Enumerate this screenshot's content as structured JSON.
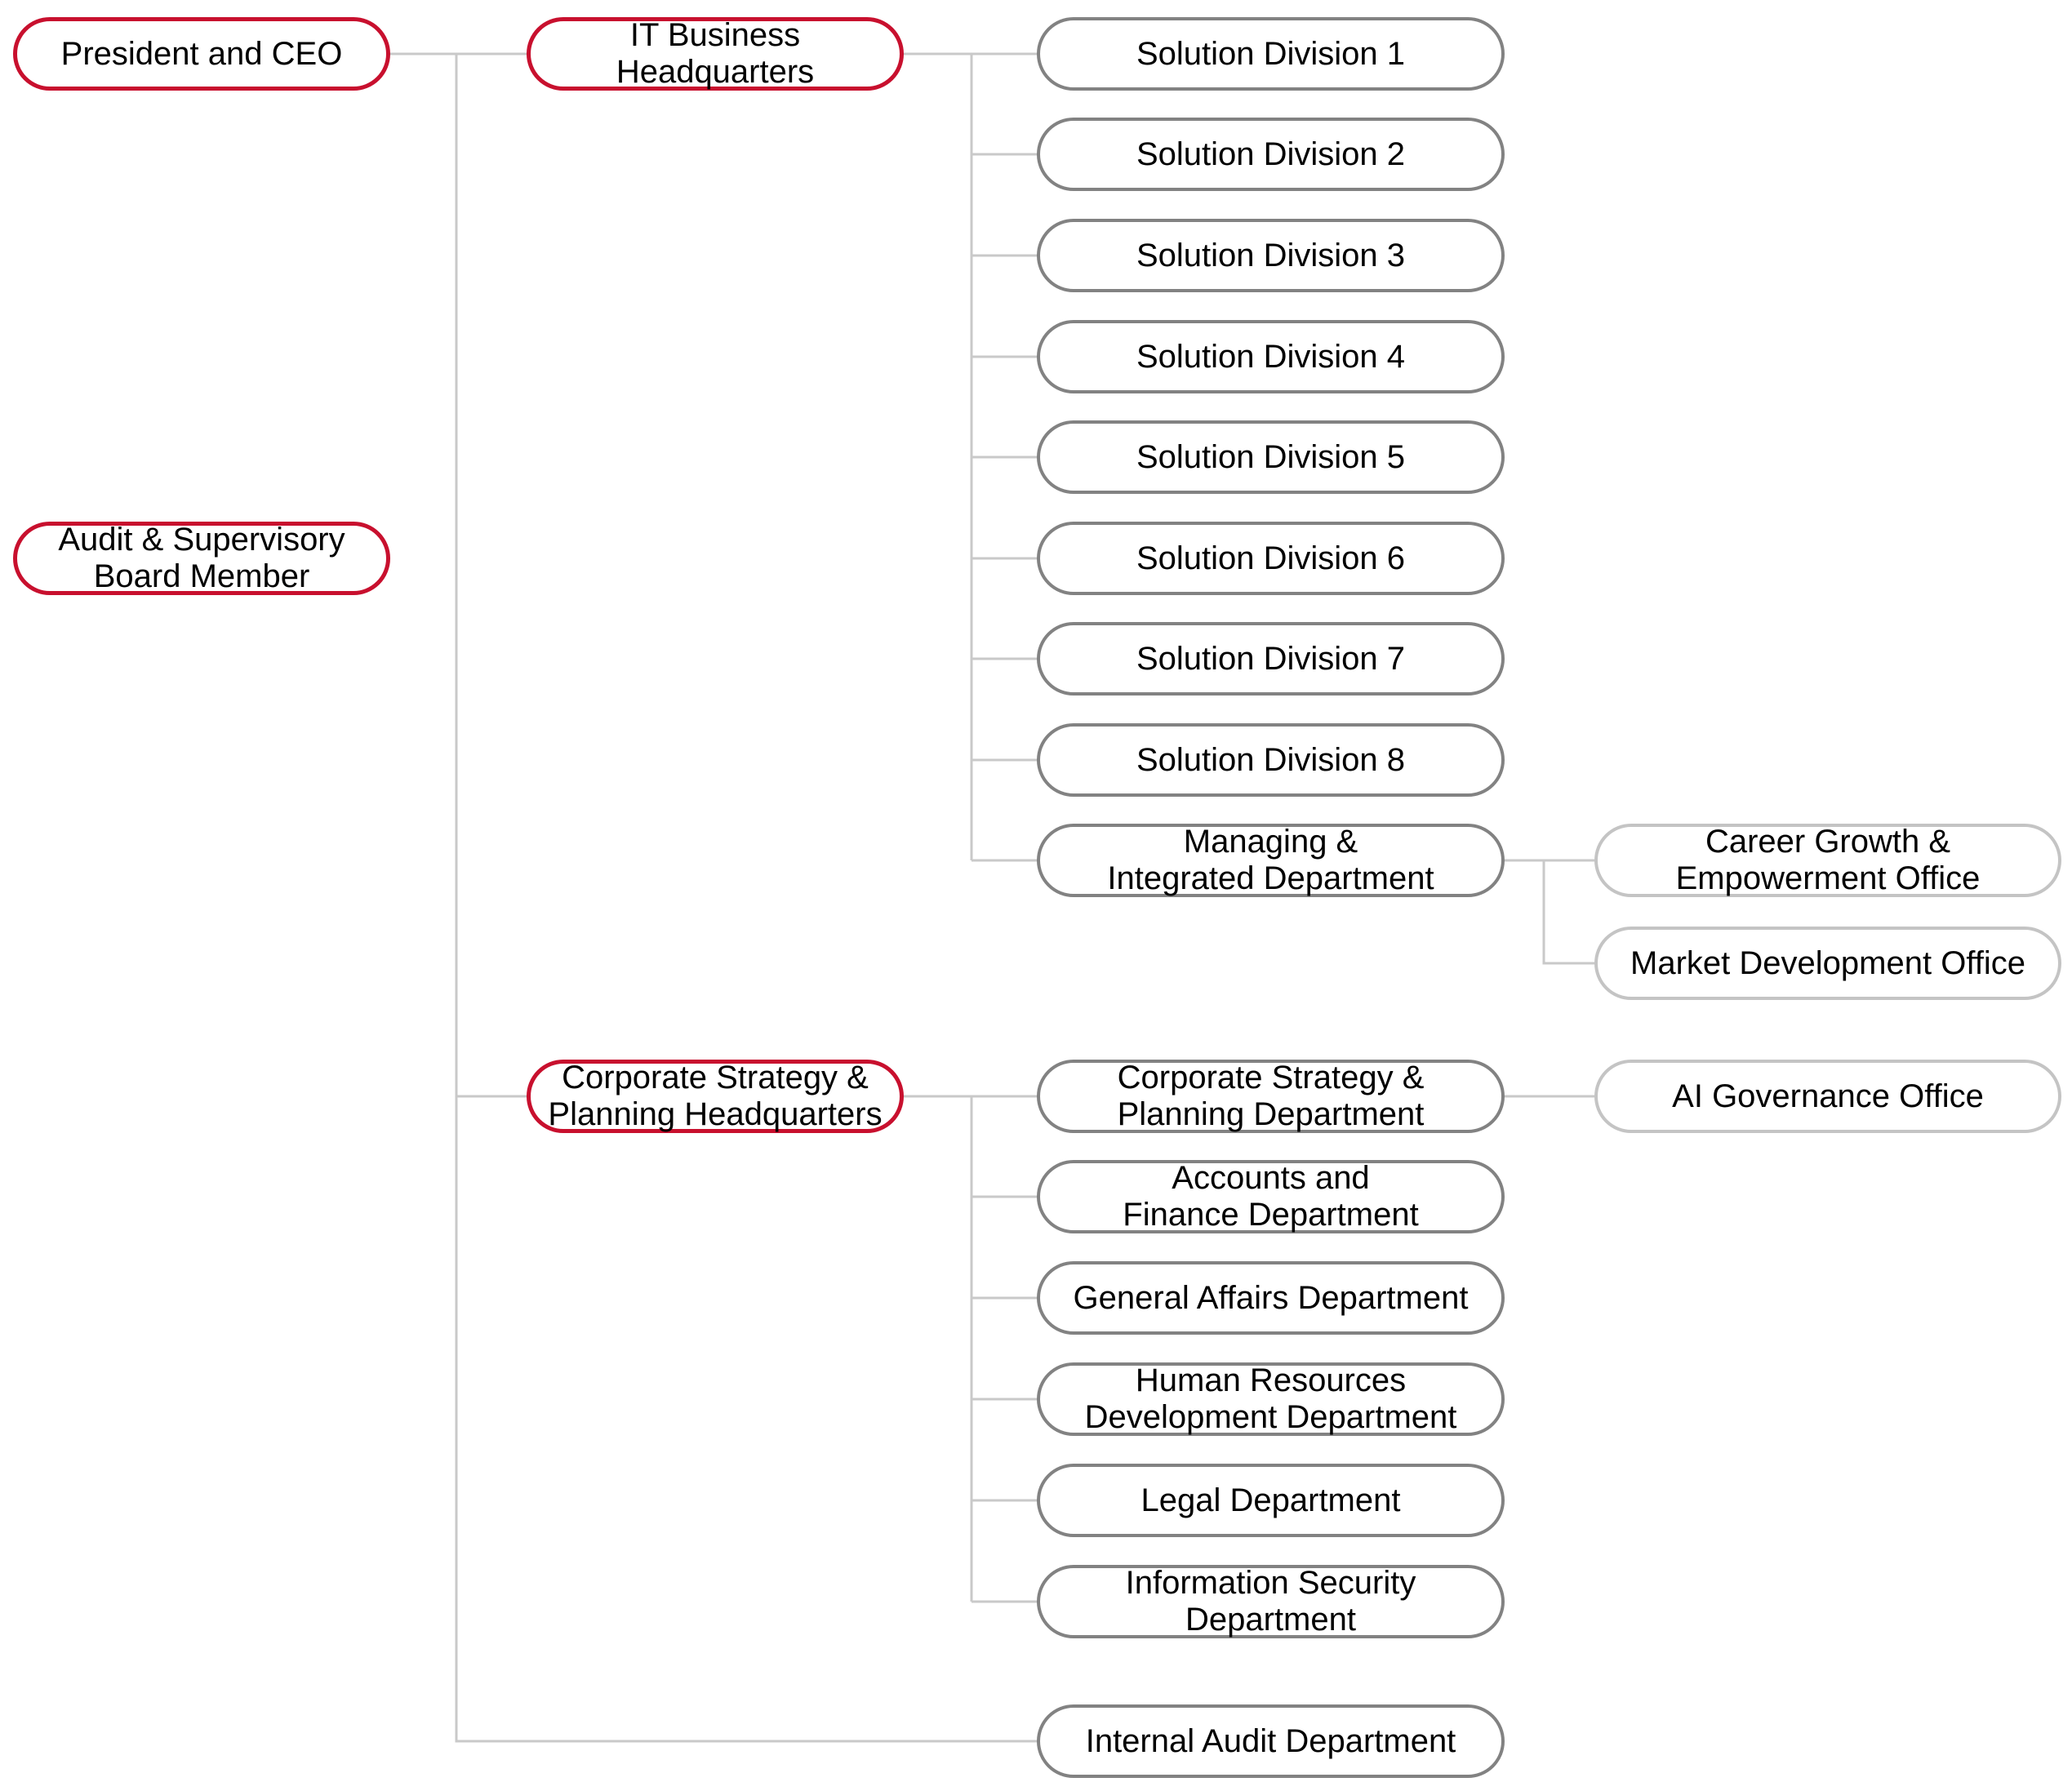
{
  "diagram": {
    "type": "org-chart",
    "colors": {
      "executive_border_red": "#C8102E",
      "department_border_gray": "#828282",
      "office_border_lightgray": "#C4C4C4",
      "connector_line": "#C9C9C9",
      "box_fill": "#FFFFFF",
      "text": "#000000"
    }
  },
  "nodes": {
    "president": {
      "label": "President and CEO",
      "variant": "red"
    },
    "audit": {
      "label": "Audit & Supervisory\nBoard Member",
      "variant": "red"
    },
    "it_hq": {
      "label": "IT Business\nHeadquarters",
      "variant": "red"
    },
    "corp_hq": {
      "label": "Corporate Strategy &\nPlanning Headquarters",
      "variant": "red"
    },
    "sd1": {
      "label": "Solution Division 1",
      "variant": "gray"
    },
    "sd2": {
      "label": "Solution Division 2",
      "variant": "gray"
    },
    "sd3": {
      "label": "Solution Division 3",
      "variant": "gray"
    },
    "sd4": {
      "label": "Solution Division 4",
      "variant": "gray"
    },
    "sd5": {
      "label": "Solution Division 5",
      "variant": "gray"
    },
    "sd6": {
      "label": "Solution Division 6",
      "variant": "gray"
    },
    "sd7": {
      "label": "Solution Division 7",
      "variant": "gray"
    },
    "sd8": {
      "label": "Solution Division 8",
      "variant": "gray"
    },
    "managing": {
      "label": "Managing &\nIntegrated Department",
      "variant": "gray"
    },
    "career": {
      "label": "Career Growth &\nEmpowerment Office",
      "variant": "lightgray"
    },
    "market": {
      "label": "Market Development Office",
      "variant": "lightgray"
    },
    "corp_dept": {
      "label": "Corporate Strategy &\nPlanning Department",
      "variant": "gray"
    },
    "ai_gov": {
      "label": "AI Governance Office",
      "variant": "lightgray"
    },
    "accounts": {
      "label": "Accounts and\nFinance Department",
      "variant": "gray"
    },
    "general": {
      "label": "General Affairs Department",
      "variant": "gray"
    },
    "hr": {
      "label": "Human Resources\nDevelopment Department",
      "variant": "gray"
    },
    "legal": {
      "label": "Legal Department",
      "variant": "gray"
    },
    "infosec": {
      "label": "Information Security\nDepartment",
      "variant": "gray"
    },
    "internal_audit": {
      "label": "Internal Audit Department",
      "variant": "gray"
    }
  },
  "edges": [
    {
      "from": "president",
      "to": "it_hq"
    },
    {
      "from": "president",
      "to": "corp_hq"
    },
    {
      "from": "president",
      "to": "internal_audit"
    },
    {
      "from": "it_hq",
      "to": "sd1"
    },
    {
      "from": "it_hq",
      "to": "sd2"
    },
    {
      "from": "it_hq",
      "to": "sd3"
    },
    {
      "from": "it_hq",
      "to": "sd4"
    },
    {
      "from": "it_hq",
      "to": "sd5"
    },
    {
      "from": "it_hq",
      "to": "sd6"
    },
    {
      "from": "it_hq",
      "to": "sd7"
    },
    {
      "from": "it_hq",
      "to": "sd8"
    },
    {
      "from": "it_hq",
      "to": "managing"
    },
    {
      "from": "managing",
      "to": "career"
    },
    {
      "from": "managing",
      "to": "market"
    },
    {
      "from": "corp_hq",
      "to": "corp_dept"
    },
    {
      "from": "corp_hq",
      "to": "accounts"
    },
    {
      "from": "corp_hq",
      "to": "general"
    },
    {
      "from": "corp_hq",
      "to": "hr"
    },
    {
      "from": "corp_hq",
      "to": "legal"
    },
    {
      "from": "corp_hq",
      "to": "infosec"
    },
    {
      "from": "corp_dept",
      "to": "ai_gov"
    }
  ]
}
